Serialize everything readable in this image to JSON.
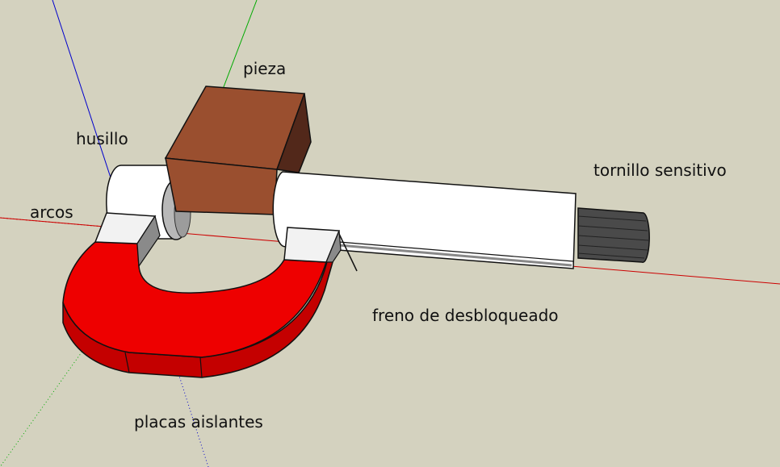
{
  "labels": {
    "pieza": "pieza",
    "husillo": "husillo",
    "arcos": "arcos",
    "tornillo_sensitivo": "tornillo sensitivo",
    "freno": "freno de desbloqueado",
    "placas": "placas aislantes"
  },
  "colors": {
    "background": "#d4d2bf",
    "frame_red": "#ee0000",
    "frame_red_dark": "#c40000",
    "body_white": "#ffffff",
    "piece_brown": "#9a4f2f",
    "piece_brown_dark": "#52281a",
    "thimble_dark": "#4a4a4a",
    "axis_red": "#cc0000",
    "axis_green": "#00aa00",
    "axis_blue": "#0000cc"
  },
  "icons": {
    "model": "micrometer-3d-model"
  }
}
